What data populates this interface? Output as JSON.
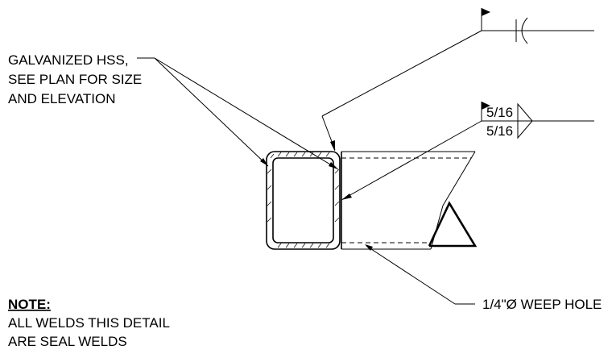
{
  "labels": {
    "hss_line1": "GALVANIZED HSS,",
    "hss_line2": "SEE PLAN FOR SIZE",
    "hss_line3": "AND ELEVATION",
    "weep_hole": "1/4\"Ø WEEP HOLE",
    "note_title": "NOTE:",
    "note_line1": "ALL WELDS THIS DETAIL",
    "note_line2": "ARE SEAL WELDS"
  },
  "weld_symbols": {
    "upper_size": "5/16",
    "lower_size": "5/16"
  }
}
